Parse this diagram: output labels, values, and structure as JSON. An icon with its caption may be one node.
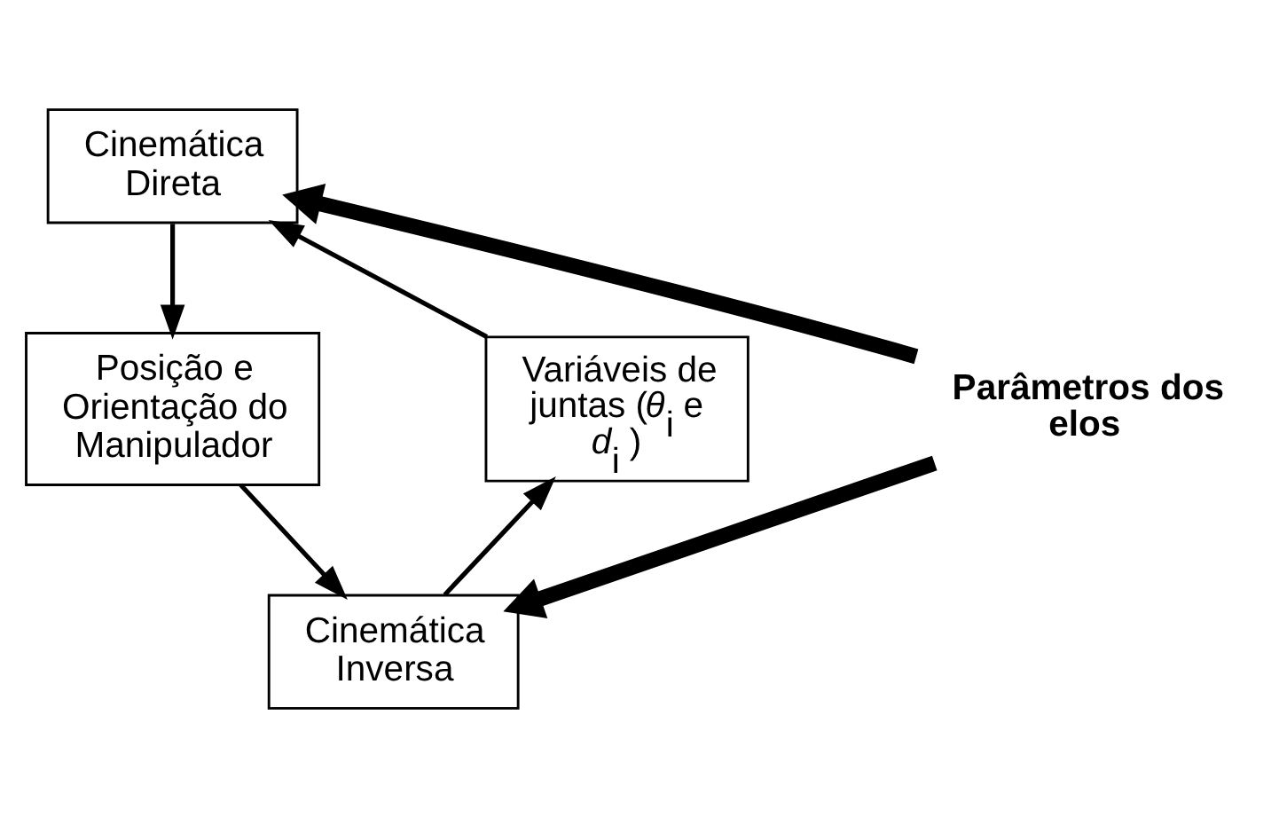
{
  "diagram": {
    "nodes": [
      {
        "text": [
          "Cinemática Direta"
        ]
      },
      {
        "text": [
          "Posição e Orientação do Manipulador"
        ]
      },
      {
        "text": [
          "Cinemática Inversa"
        ]
      },
      {
        "text": [
          "Variáveis de juntas (*θ*$_{i}$ e *d*$_{i}$ )"
        ]
      },
      {
        "text": [
          "Parâmetros dos elos"
        ]
      }
    ],
    "edges": [
      {
        "from": 3,
        "to": 0,
        "arrow": "to"
      },
      {
        "from": 0,
        "to": 1,
        "arrow": "to"
      },
      {
        "from": 1,
        "to": 2,
        "arrow": "to"
      },
      {
        "from": 2,
        "to": 3,
        "arrow": "to"
      },
      {
        "from": 4,
        "to": 0,
        "arrow": "to",
        "style": "thick"
      },
      {
        "from": 4,
        "to": 2,
        "arrow": "to",
        "style": "thick"
      }
    ]
  }
}
